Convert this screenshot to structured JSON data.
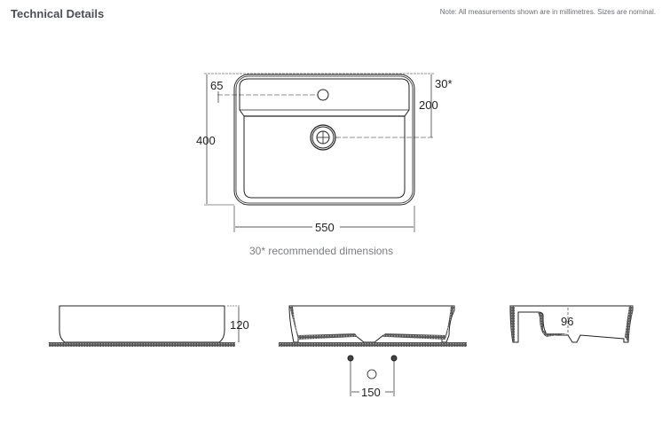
{
  "header": {
    "title": "Technical Details",
    "note": "Note: All measurements shown are in millimetres. Sizes are nominal."
  },
  "plan_view": {
    "dimensions": {
      "width": "550",
      "depth": "400",
      "tap_hole_offset": "65",
      "waste_offset": "200",
      "recommended_offset": "30*"
    },
    "caption": "30* recommended dimensions"
  },
  "front_elevation": {
    "height": "120"
  },
  "section_view": {
    "fixing_spacing": "150"
  },
  "side_section": {
    "bowl_depth": "96"
  },
  "colors": {
    "line": "#222222",
    "text": "#222222",
    "caption": "#7a7d82",
    "title": "#4a4f57"
  }
}
